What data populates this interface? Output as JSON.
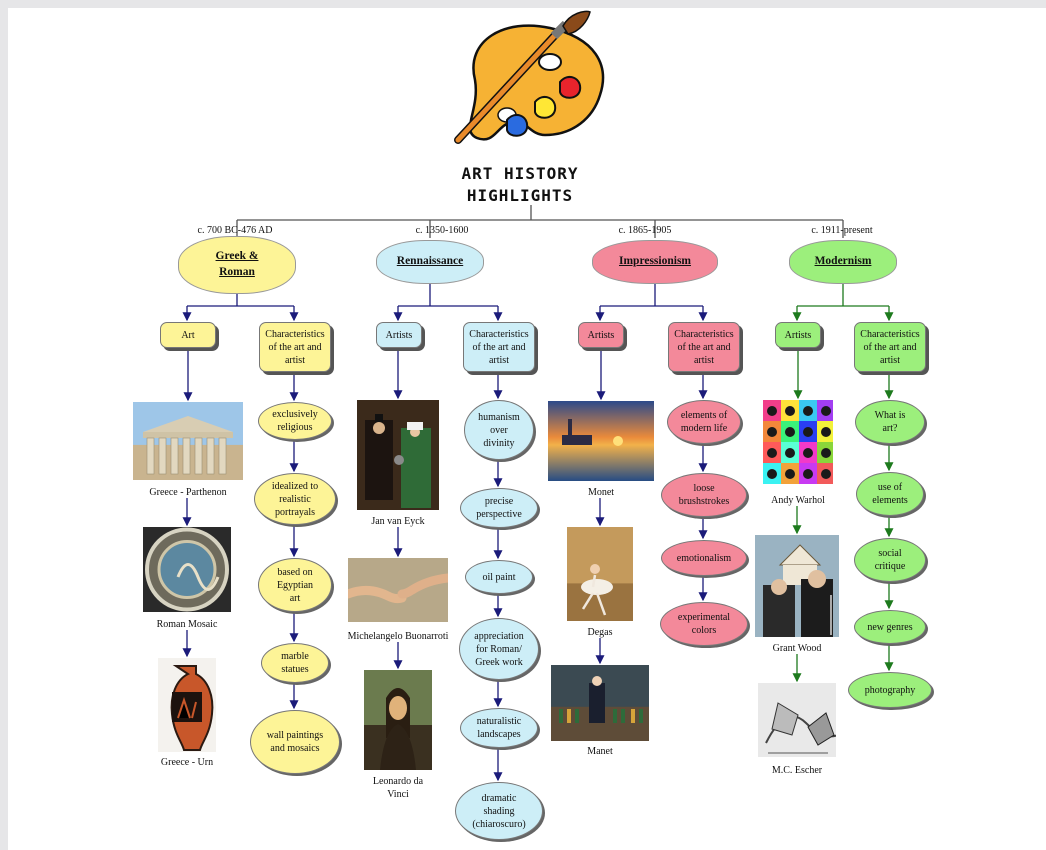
{
  "title": {
    "line1": "ART HISTORY",
    "line2": "HIGHLIGHTS"
  },
  "colors": {
    "greek": "#fdf497",
    "renaissance": "#cdeef7",
    "impressionism": "#f3899a",
    "modernism": "#9cef7c"
  },
  "icons": [
    "palette-icon",
    "paintbrush-icon"
  ],
  "periods": [
    {
      "date": "c. 700 BC-476 AD",
      "name": "Greek &\nRoman",
      "artists_label": "Art",
      "characteristics_label": "Characteristics\nof the art and\nartist",
      "artworks": [
        {
          "caption": "Greece - Parthenon",
          "image": "parthenon-image"
        },
        {
          "caption": "Roman Mosaic",
          "image": "roman-mosaic-image"
        },
        {
          "caption": "Greece - Urn",
          "image": "greek-urn-image"
        }
      ],
      "characteristics": [
        "exclusively\nreligious",
        "idealized to\nrealistic\nportrayals",
        "based on\nEgyptian\nart",
        "marble\nstatues",
        "wall paintings\nand mosaics"
      ]
    },
    {
      "date": "c. 1350-1600",
      "name": "Rennaissance",
      "artists_label": "Artists",
      "characteristics_label": "Characteristics\nof the art and\nartist",
      "artworks": [
        {
          "caption": "Jan van Eyck",
          "image": "arnolfini-portrait-image"
        },
        {
          "caption": "Michelangelo Buonarroti",
          "image": "creation-of-adam-image"
        },
        {
          "caption": "Leonardo da\nVinci",
          "image": "mona-lisa-image"
        }
      ],
      "characteristics": [
        "humanism\nover\ndivinity",
        "precise\nperspective",
        "oil paint",
        "appreciation\nfor Roman/\nGreek work",
        "naturalistic\nlandscapes",
        "dramatic\nshading\n(chiaroscuro)"
      ]
    },
    {
      "date": "c. 1865-1905",
      "name": "Impressionism",
      "artists_label": "Artists",
      "characteristics_label": "Characteristics\nof the art and\nartist",
      "artworks": [
        {
          "caption": "Monet",
          "image": "monet-venice-sunset-image"
        },
        {
          "caption": "Degas",
          "image": "degas-dancer-image"
        },
        {
          "caption": "Manet",
          "image": "manet-bar-image"
        }
      ],
      "characteristics": [
        "elements of\nmodern life",
        "loose\nbrushstrokes",
        "emotionalism",
        "experimental\ncolors"
      ]
    },
    {
      "date": "c. 1911-present",
      "name": "Modernism",
      "artists_label": "Artists",
      "characteristics_label": "Characteristics\nof the art and\nartist",
      "artworks": [
        {
          "caption": "Andy Warhol",
          "image": "warhol-pop-portraits-image"
        },
        {
          "caption": "Grant Wood",
          "image": "american-gothic-image"
        },
        {
          "caption": "M.C. Escher",
          "image": "escher-drawing-image"
        }
      ],
      "characteristics": [
        "What is\nart?",
        "use of\nelements",
        "social\ncritique",
        "new genres",
        "photography"
      ]
    }
  ]
}
